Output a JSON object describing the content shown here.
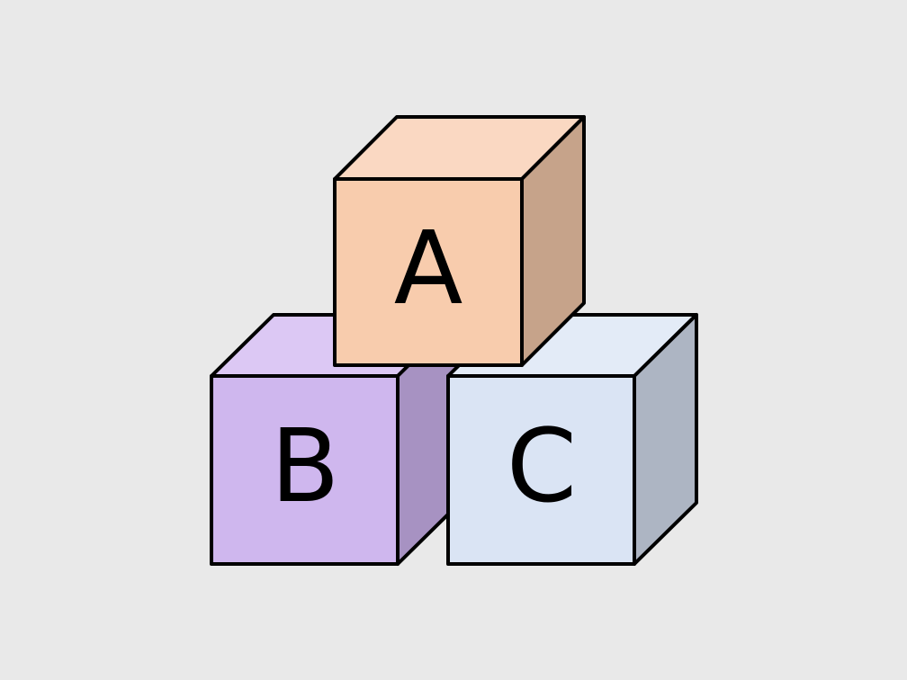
{
  "background": "#e9e9e9",
  "stroke_color": "#000000",
  "blocks": [
    {
      "id": "b",
      "letter": "B",
      "colors": {
        "front": "#cfb7ee",
        "top": "#dcc8f4",
        "side": "#a792c2"
      }
    },
    {
      "id": "c",
      "letter": "C",
      "colors": {
        "front": "#dae4f4",
        "top": "#e3ebf7",
        "side": "#adb5c3"
      }
    },
    {
      "id": "a",
      "letter": "A",
      "colors": {
        "front": "#f8ccad",
        "top": "#fad8c2",
        "side": "#c6a38a"
      }
    }
  ]
}
